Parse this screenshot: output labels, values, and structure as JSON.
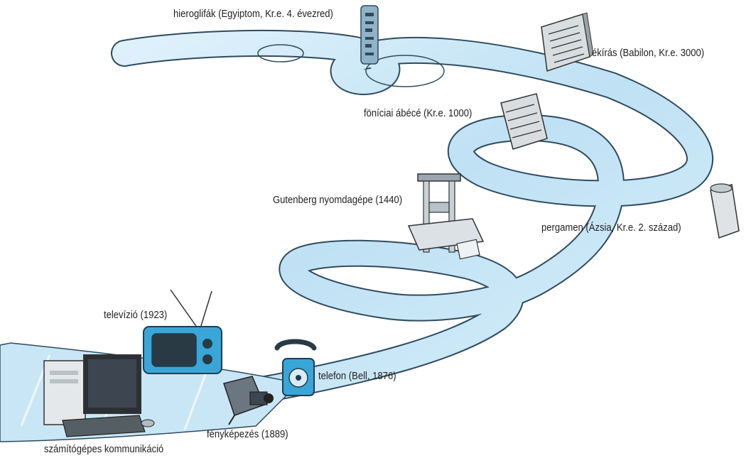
{
  "milestones": [
    {
      "id": "hieroglyphs",
      "label": "hieroglifák (Egyiptom, Kr.e. 4. évezred)",
      "icon": "hieroglyph-stele-icon"
    },
    {
      "id": "cuneiform",
      "label": "ékírás (Babilon, Kr.e. 3000)",
      "icon": "cuneiform-tablet-icon"
    },
    {
      "id": "phoenician",
      "label": "föníciai ábécé (Kr.e. 1000)",
      "icon": "alphabet-tablet-icon"
    },
    {
      "id": "parchment",
      "label": "pergamen (Ázsia, Kr.e. 2. század)",
      "icon": "parchment-scroll-icon"
    },
    {
      "id": "gutenberg",
      "label": "Gutenberg nyomdagépe (1440)",
      "icon": "printing-press-icon"
    },
    {
      "id": "television",
      "label": "televízió (1923)",
      "icon": "television-icon"
    },
    {
      "id": "telephone",
      "label": "telefon (Bell, 1876)",
      "icon": "telephone-icon"
    },
    {
      "id": "photography",
      "label": "fényképezés (1889)",
      "icon": "camera-icon"
    },
    {
      "id": "computer",
      "label": "számítógépes kommunikáció",
      "icon": "computer-icon"
    }
  ],
  "colors": {
    "ribbon_fill": "#cfe9f7",
    "ribbon_edge": "#3a5a70",
    "ribbon_shine": "#eef8ff",
    "tv_body": "#3aa6d8",
    "phone_body": "#3aa6d8"
  }
}
